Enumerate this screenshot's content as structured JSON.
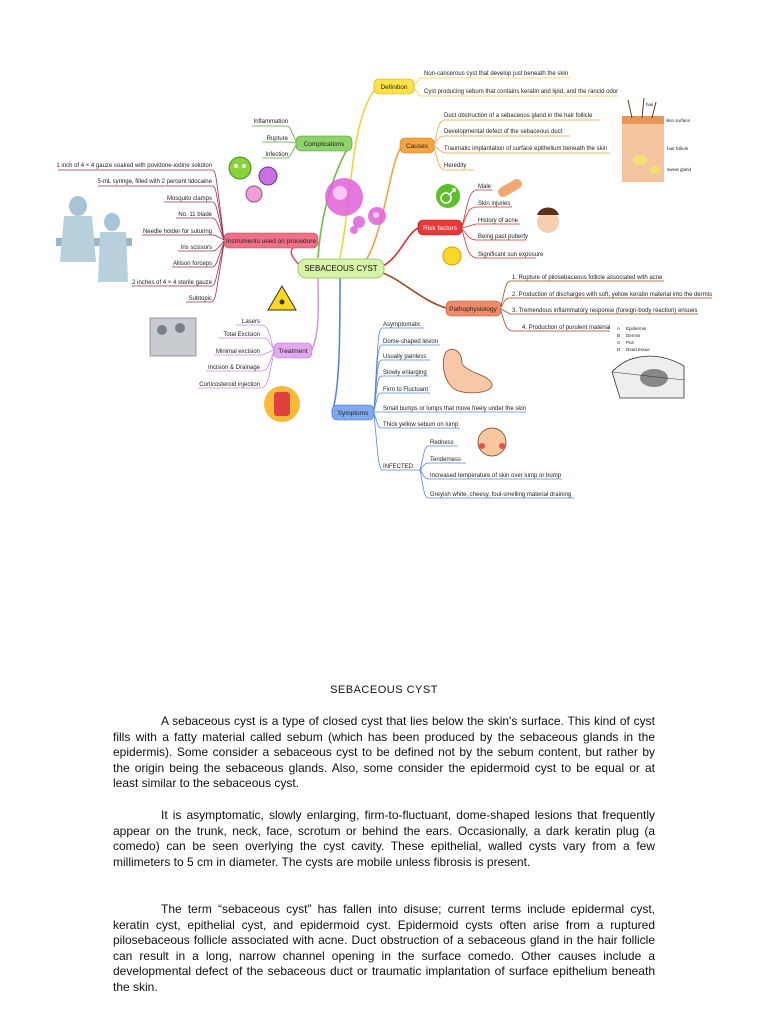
{
  "center": {
    "label": "SEBACEOUS CYST",
    "color": "#d8f3a8"
  },
  "branches": {
    "definition": {
      "label": "Definition",
      "color": "#ffe24a",
      "items": [
        "Non-cancerous cyst that develop just beneath the skin",
        "Cyst producing sebum that contains keratin and lipid, and the rancid odor"
      ]
    },
    "causes": {
      "label": "Causes",
      "color": "#f6a640",
      "items": [
        "Duct obstruction of a sebaceous gland in the hair follicle",
        "Developmental defect of the sebaceous duct",
        "Traumatic implantation of surface epithelium beneath the skin",
        "Heredity"
      ]
    },
    "risk": {
      "label": "Risk factors",
      "color": "#e63a3a",
      "items": [
        "Male",
        "Skin injuries",
        "History of acne",
        "Being past puberty",
        "Significant sun exposure"
      ]
    },
    "patho": {
      "label": "Pathophysiology",
      "color": "#f08a6a",
      "items": [
        "1. Rupture of pilosebaceous follicle associated with acne",
        "2. Production of discharges with soft, yellow keratin material into the dermis",
        "3. Tremendous inflammatory response (foreign-body reaction) ensues",
        "4. Production of purulent material"
      ]
    },
    "symptoms": {
      "label": "Symptoms",
      "color": "#7fa8f0",
      "items": [
        "Asymptomatic",
        "Dome-shaped lesion",
        "Usually painless",
        "Slowly enlarging",
        "Firm to Fluctuant",
        "Small bumps or lumps that move freely under the skin",
        "Thick yellow sebum on lump"
      ],
      "infected_label": "INFECTED:",
      "infected": [
        "Redness",
        "Tenderness",
        "Increased temperature of skin over lump or bump",
        "Greyish white, cheesy, foul-smelling material draining"
      ]
    },
    "treatment": {
      "label": "Treatment",
      "color": "#e4a8f0",
      "items": [
        "Lasers",
        "Total Excision",
        "Minimal excision",
        "Incision & Drainage",
        "Corticosteroid injection"
      ]
    },
    "instruments": {
      "label": "Instruments used on procedure",
      "color": "#f07088",
      "items": [
        "1 inch of 4 × 4 gauze soaked with povidone-iodine solution",
        "5-mL syringe, filled with 2 percent lidocaine",
        "Mosquito clamps",
        "No. 11 blade",
        "Needle holder for suturing",
        "Iris scissors",
        "Allison forceps",
        "2 inches of 4 × 4 sterile gauze",
        "Subtopic"
      ]
    },
    "complications": {
      "label": "Complications",
      "color": "#8ed26a",
      "items": [
        "Inflammation",
        "Rupture",
        "Infection"
      ]
    }
  },
  "skin_diagram": {
    "labels": [
      "hair",
      "skin surface",
      "hair follicle",
      "sweat gland"
    ]
  },
  "cyst_diagram": {
    "legend": [
      "A",
      "Epidermis",
      "B",
      "Dermis",
      "C",
      "Pus",
      "D",
      "Dead tissue"
    ]
  },
  "document": {
    "title": "SEBACEOUS CYST",
    "paragraphs": [
      "A sebaceous cyst is a type of closed cyst that lies below the skin's surface. This kind of cyst fills with a fatty material called sebum (which has been produced by the sebaceous glands in the epidermis). Some consider a sebaceous cyst to be defined not by the sebum content, but rather by the origin being the sebaceous glands. Also, some consider the epidermoid cyst to be equal or at least similar to the sebaceous cyst.",
      "It is asymptomatic, slowly enlarging, firm-to-fluctuant, dome-shaped lesions that frequently appear on the trunk, neck, face, scrotum or behind the ears. Occasionally, a dark keratin plug (a comedo) can be seen overlying the cyst cavity. These epithelial, walled cysts vary from a few millimeters to 5 cm in diameter. The cysts are mobile unless fibrosis is present.",
      "The term “sebaceous cyst” has fallen into disuse; current terms include epidermal cyst, keratin cyst, epithelial cyst, and epidermoid cyst. Epidermoid cysts often arise from a ruptured pilosebaceous follicle associated with acne. Duct obstruction of a sebaceous gland in the hair follicle can result in a long, narrow channel opening in the surface comedo. Other causes include a developmental defect of the sebaceous duct or traumatic implantation of surface epithelium beneath the skin."
    ]
  }
}
